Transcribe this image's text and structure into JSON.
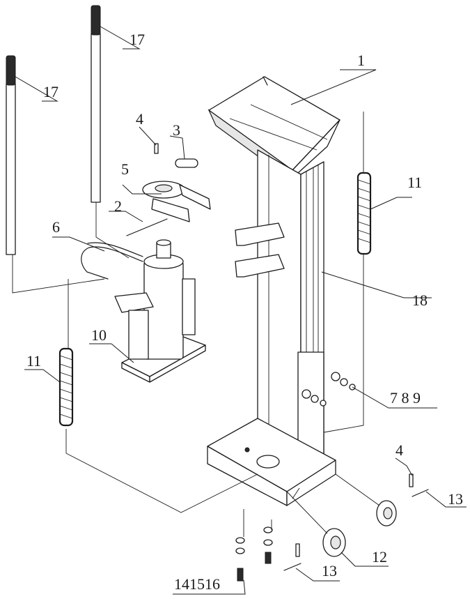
{
  "labels": {
    "frame": "1",
    "pin_shaft": "2",
    "bracket": "3",
    "cotter_pin_upper": "4",
    "cotter_pin_lower": "4",
    "pedal_block": "5",
    "hose": "6",
    "fasteners_group": "7 8 9",
    "jack_base": "10",
    "spring_left": "11",
    "spring_right": "11",
    "caster": "12",
    "axle_pin_right": "13",
    "axle_pin_bottom": "13",
    "bolt_group": "141516",
    "handle_left": "17",
    "handle_right": "17",
    "column": "18"
  }
}
